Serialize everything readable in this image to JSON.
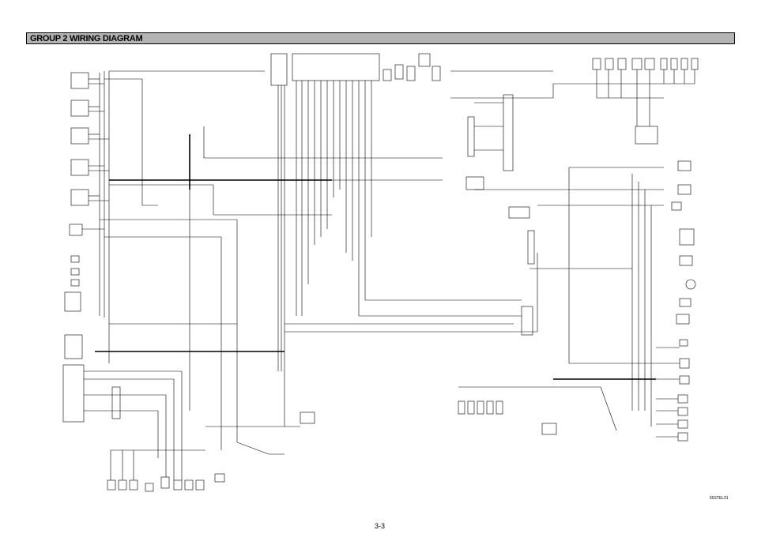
{
  "header": {
    "title": "GROUP  2  WIRING DIAGRAM"
  },
  "footer": {
    "doc_code": "65STEL01",
    "page_number": "3-3"
  },
  "colors": {
    "title_bar": "#b3b3b3",
    "wire": "#000000"
  }
}
